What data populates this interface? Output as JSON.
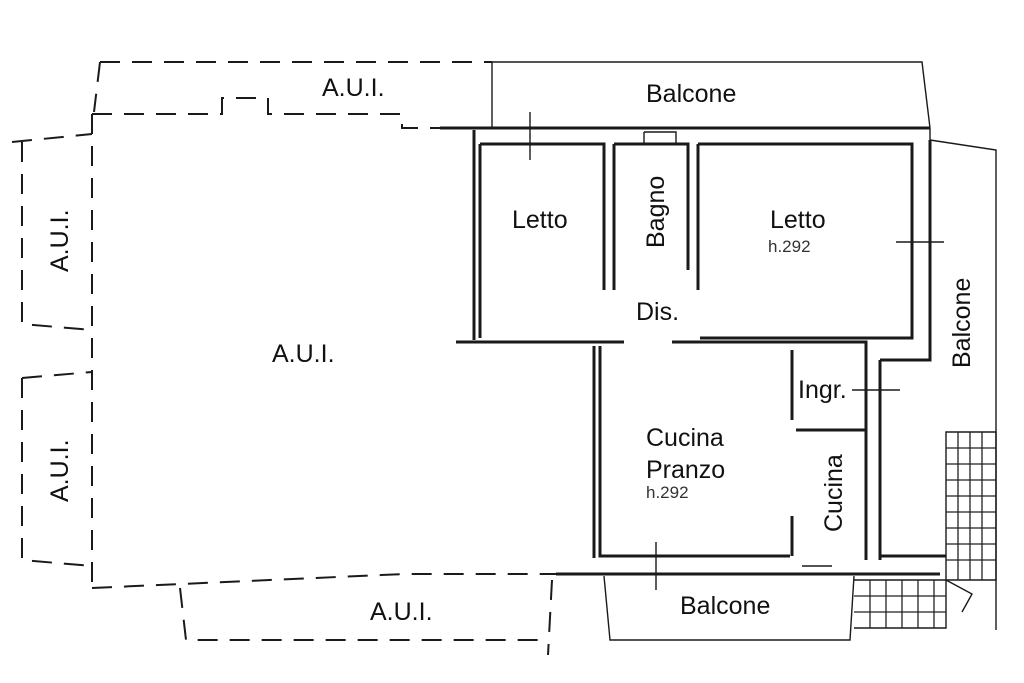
{
  "labels": {
    "aui_top": "A.U.I.",
    "aui_left_upper": "A.U.I.",
    "aui_center": "A.U.I.",
    "aui_left_lower": "A.U.I.",
    "aui_bottom": "A.U.I.",
    "balcone_top": "Balcone",
    "balcone_right": "Balcone",
    "balcone_bottom": "Balcone",
    "letto_left": "Letto",
    "bagno": "Bagno",
    "letto_right": "Letto",
    "letto_right_height": "h.292",
    "dis": "Dis.",
    "ingr": "Ingr.",
    "cucina_pranzo_line1": "Cucina",
    "cucina_pranzo_line2": "Pranzo",
    "cucina_pranzo_height": "h.292",
    "cucina": "Cucina"
  }
}
